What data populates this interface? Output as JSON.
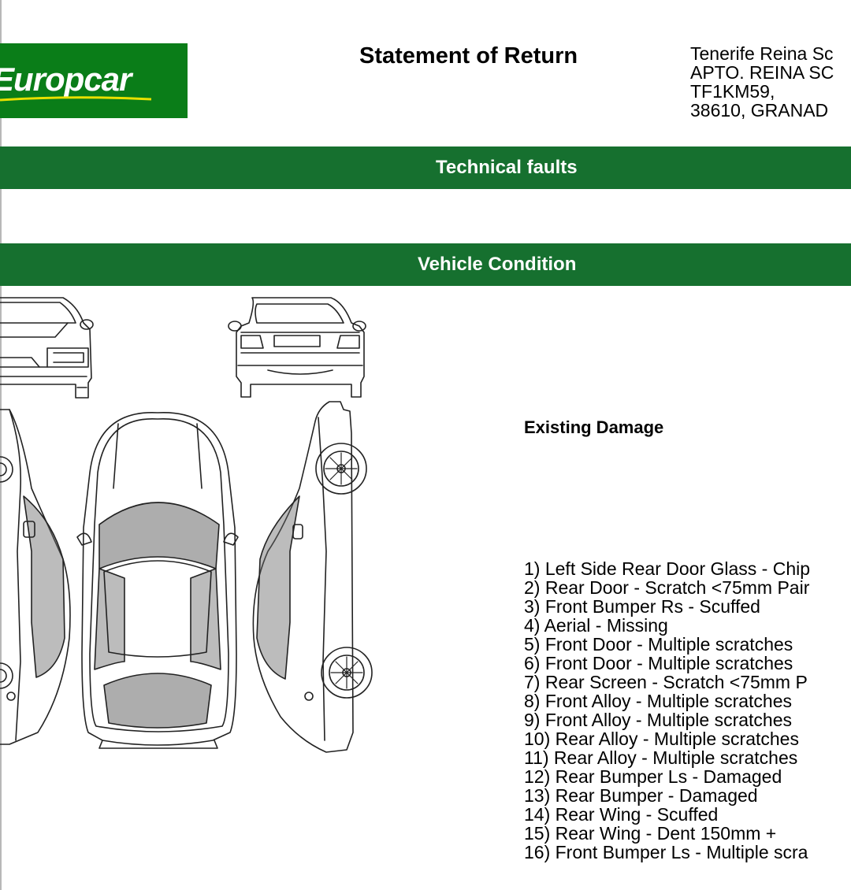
{
  "header": {
    "logo_text": "Europcar",
    "title": "Statement of Return",
    "address_lines": [
      "Tenerife Reina Sc",
      "APTO. REINA SC",
      "TF1KM59,",
      "38610, GRANAD"
    ]
  },
  "sections": {
    "technical_faults": "Technical faults",
    "vehicle_condition": "Vehicle Condition"
  },
  "damage": {
    "heading": "Existing Damage",
    "items": [
      "1) Left Side Rear Door Glass - Chip",
      "2) Rear Door - Scratch <75mm Pair",
      "3) Front Bumper Rs - Scuffed",
      "4) Aerial - Missing",
      "5) Front Door - Multiple scratches",
      "6) Front Door - Multiple scratches",
      "7) Rear Screen - Scratch <75mm P",
      "8) Front Alloy - Multiple scratches",
      "9) Front Alloy - Multiple scratches",
      "10) Rear Alloy - Multiple scratches",
      "11) Rear Alloy - Multiple scratches",
      "12) Rear Bumper Ls - Damaged",
      "13) Rear Bumper - Damaged",
      "14) Rear Wing - Scuffed",
      "15) Rear Wing - Dent 150mm +",
      "16) Front Bumper Ls - Multiple scra"
    ]
  },
  "colors": {
    "brand_green": "#0a7d18",
    "band_green": "#16702f",
    "logo_swoosh": "#e8e000"
  },
  "icons": [
    "car-front-view-icon",
    "car-rear-view-icon",
    "car-left-side-icon",
    "car-top-view-icon",
    "car-right-side-icon"
  ]
}
